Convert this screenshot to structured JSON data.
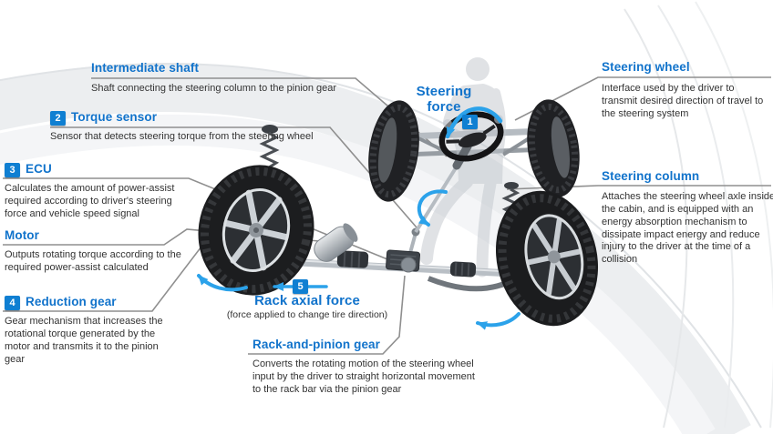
{
  "colors": {
    "heading_blue": "#1173cb",
    "badge_blue": "#0f7fd2",
    "arrow_blue": "#2ba2ea",
    "body_text": "#333333",
    "leader_line": "#8f8f8f",
    "background": "#ffffff"
  },
  "labels": {
    "intermediate_shaft": {
      "title": "Intermediate shaft",
      "description": "Shaft connecting the steering column to the pinion gear"
    },
    "torque_sensor": {
      "badge": "2",
      "title": "Torque sensor",
      "description": "Sensor that detects steering torque from the steering wheel"
    },
    "ecu": {
      "badge": "3",
      "title": "ECU",
      "description": "Calculates the amount of power-assist required according to driver's steering force and vehicle speed signal"
    },
    "motor": {
      "title": "Motor",
      "description": "Outputs rotating torque according to the required power-assist calculated"
    },
    "reduction_gear": {
      "badge": "4",
      "title": "Reduction gear",
      "description": "Gear mechanism that increases the rotational torque generated by the motor and transmits it to the pinion gear"
    },
    "rack_axial_force": {
      "badge": "5",
      "title": "Rack axial force",
      "description": "(force applied to change tire direction)"
    },
    "rack_and_pinion_gear": {
      "title": "Rack-and-pinion gear",
      "description": "Converts the rotating motion of the steering wheel input by the driver to straight horizontal movement to the rack bar via the pinion gear"
    },
    "steering_wheel": {
      "title": "Steering wheel",
      "description": "Interface used by the driver to transmit desired direction of travel to the steering system"
    },
    "steering_column": {
      "title": "Steering column",
      "description": "Attaches the steering wheel axle inside the cabin, and is equipped with an energy absorption mechanism to dissipate impact energy and reduce injury to the driver at the time of a collision"
    },
    "steering_force": {
      "badge": "1",
      "title": "Steering force"
    }
  }
}
